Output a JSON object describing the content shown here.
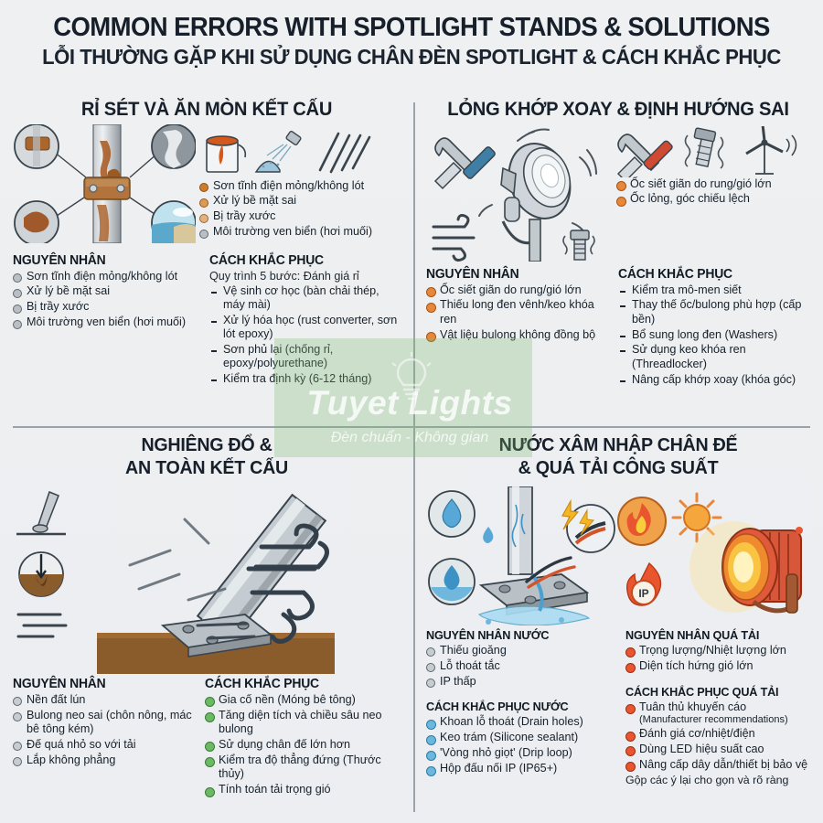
{
  "header": {
    "title": "COMMON ERRORS WITH SPOTLIGHT STANDS & SOLUTIONS",
    "subtitle": "LỖI THƯỜNG GẶP KHI SỬ DỤNG CHÂN ĐÈN SPOTLIGHT & CÁCH KHẮC PHỤC"
  },
  "watermark": {
    "brand": "Tuyet Lights",
    "tagline": "Đèn chuẩn - Không gian",
    "box_color": "#7eba70"
  },
  "quadrants": [
    {
      "id": "rust",
      "title": "RỈ SÉT VÀ ĂN MÒN KẾT CẤU",
      "icons": [
        "paint-bucket-icon",
        "spray-blast-icon",
        "scratch-marks-icon"
      ],
      "art_icons": [
        "rusted-clamp-detail-icon",
        "paint-peel-detail-icon",
        "rust-patch-detail-icon",
        "coastal-sea-detail-icon",
        "rusty-pole-illustration"
      ],
      "art_list": [
        "Sơn tĩnh điện mỏng/không lót",
        "Xử lý bề mặt sai",
        "Bị trầy xước",
        "Môi trường ven biển (hơi muối)"
      ],
      "causes_heading": "NGUYÊN NHÂN",
      "causes": [
        "Sơn tĩnh điện mỏng/không lót",
        "Xử lý bề mặt sai",
        "Bị trầy xước",
        "Môi trường ven biển (hơi muối)"
      ],
      "fix_heading": "CÁCH KHẮC PHỤC",
      "fix_lead": "Quy trình 5 bước: Đánh giá rỉ",
      "fixes": [
        "Vệ sinh cơ học (bàn chải thép, máy mài)",
        "Xử lý hóa học (rust converter, sơn lót epoxy)",
        "Sơn phủ lại (chống rỉ, epoxy/polyurethane)",
        "Kiểm tra định kỳ (6-12 tháng)"
      ]
    },
    {
      "id": "joint",
      "title": "LỎNG KHỚP XOAY & ĐỊNH HƯỚNG SAI",
      "icons": [
        "wrench-screwdriver-icon",
        "vibrating-bolt-icon",
        "wind-turbine-icon"
      ],
      "art_icons": [
        "wrench-screwdriver-icon",
        "wind-gust-icon",
        "spotlight-head-illustration",
        "loose-bolt-icon"
      ],
      "art_list": [
        "Ốc siết giãn do rung/gió lớn",
        "Ốc lỏng, góc chiếu lệch"
      ],
      "causes_heading": "NGUYÊN NHÂN",
      "causes": [
        "Ốc siết giãn do rung/gió lớn",
        "Thiếu long đen vênh/keo khóa ren",
        "Vật liệu bulong không đồng bộ"
      ],
      "fix_heading": "CÁCH KHẮC PHỤC",
      "fixes": [
        "Kiểm tra mô-men siết",
        "Thay thế ốc/bulong phù hợp (cấp bền)",
        "Bổ sung long đen (Washers)",
        "Sử dụng keo khóa ren (Threadlocker)",
        "Nâng cấp khớp xoay (khóa góc)"
      ]
    },
    {
      "id": "tilt",
      "title_line1": "NGHIÊNG ĐỔ &",
      "title_line2": "AN TOÀN KẾT CẤU",
      "art_icons": [
        "tilted-post-icon",
        "ground-sinking-icon",
        "wind-lines-icon",
        "fallen-post-illustration",
        "wind-gust-icon"
      ],
      "causes_heading": "NGUYÊN NHÂN",
      "causes": [
        "Nền đất lún",
        "Bulong neo sai (chôn nông, mác bê tông kém)",
        "Đế quá nhỏ so với tải",
        "Lắp không phẳng"
      ],
      "fix_heading": "CÁCH KHẮC PHỤC",
      "fixes": [
        "Gia cố nền (Móng bê tông)",
        "Tăng diện tích và chiều sâu neo bulong",
        "Sử dụng chân đế lớn hơn",
        "Kiểm tra độ thẳng đứng (Thước thủy)",
        "Tính toán tải trọng gió"
      ]
    },
    {
      "id": "water",
      "title_line1": "NƯỚC XÂM NHẬP CHÂN ĐẾ",
      "title_line2": "& QUÁ TẢI CÔNG SUẤT",
      "art_icons": [
        "water-drop-icon",
        "water-level-icon",
        "flooded-base-illustration",
        "electric-spark-icon",
        "fire-icon",
        "sun-heat-icon",
        "fire-ip-icon",
        "overheated-spotlight-illustration"
      ],
      "water_causes_heading": "NGUYÊN NHÂN NƯỚC",
      "water_causes": [
        "Thiếu gioăng",
        "Lỗ thoát tắc",
        "IP thấp"
      ],
      "water_fix_heading": "CÁCH KHẮC PHỤC NƯỚC",
      "water_fixes": [
        "Khoan lỗ thoát (Drain holes)",
        "Keo trám (Silicone sealant)",
        "'Vòng nhỏ giọt' (Drip loop)",
        "Hộp đấu nối IP (IP65+)"
      ],
      "overload_causes_heading": "NGUYÊN NHÂN QUÁ TẢI",
      "overload_causes": [
        "Trọng lượng/Nhiệt lượng lớn",
        "Diện tích hứng gió lớn"
      ],
      "overload_fix_heading": "CÁCH KHẮC PHỤC QUÁ TẢI",
      "overload_fixes": [
        {
          "main": "Tuân thủ khuyến cáo",
          "sub": "(Manufacturer recommendations)"
        },
        {
          "main": "Đánh giá cơ/nhiệt/điện",
          "sub": ""
        },
        {
          "main": "Dùng LED hiệu suất cao",
          "sub": ""
        },
        {
          "main": "Nâng cấp dây dẫn/thiết bị bảo vệ",
          "sub": ""
        }
      ],
      "overload_tail": "Gộp các ý lại cho gọn và rõ ràng"
    }
  ],
  "colors": {
    "background": "#eef0f2",
    "text": "#17202a",
    "divider": "#9aa3ab",
    "orange": "#e8873a",
    "red": "#e8552f",
    "green": "#6aba63",
    "blue": "#6bb7dd",
    "gray": "#c7ccd0"
  }
}
